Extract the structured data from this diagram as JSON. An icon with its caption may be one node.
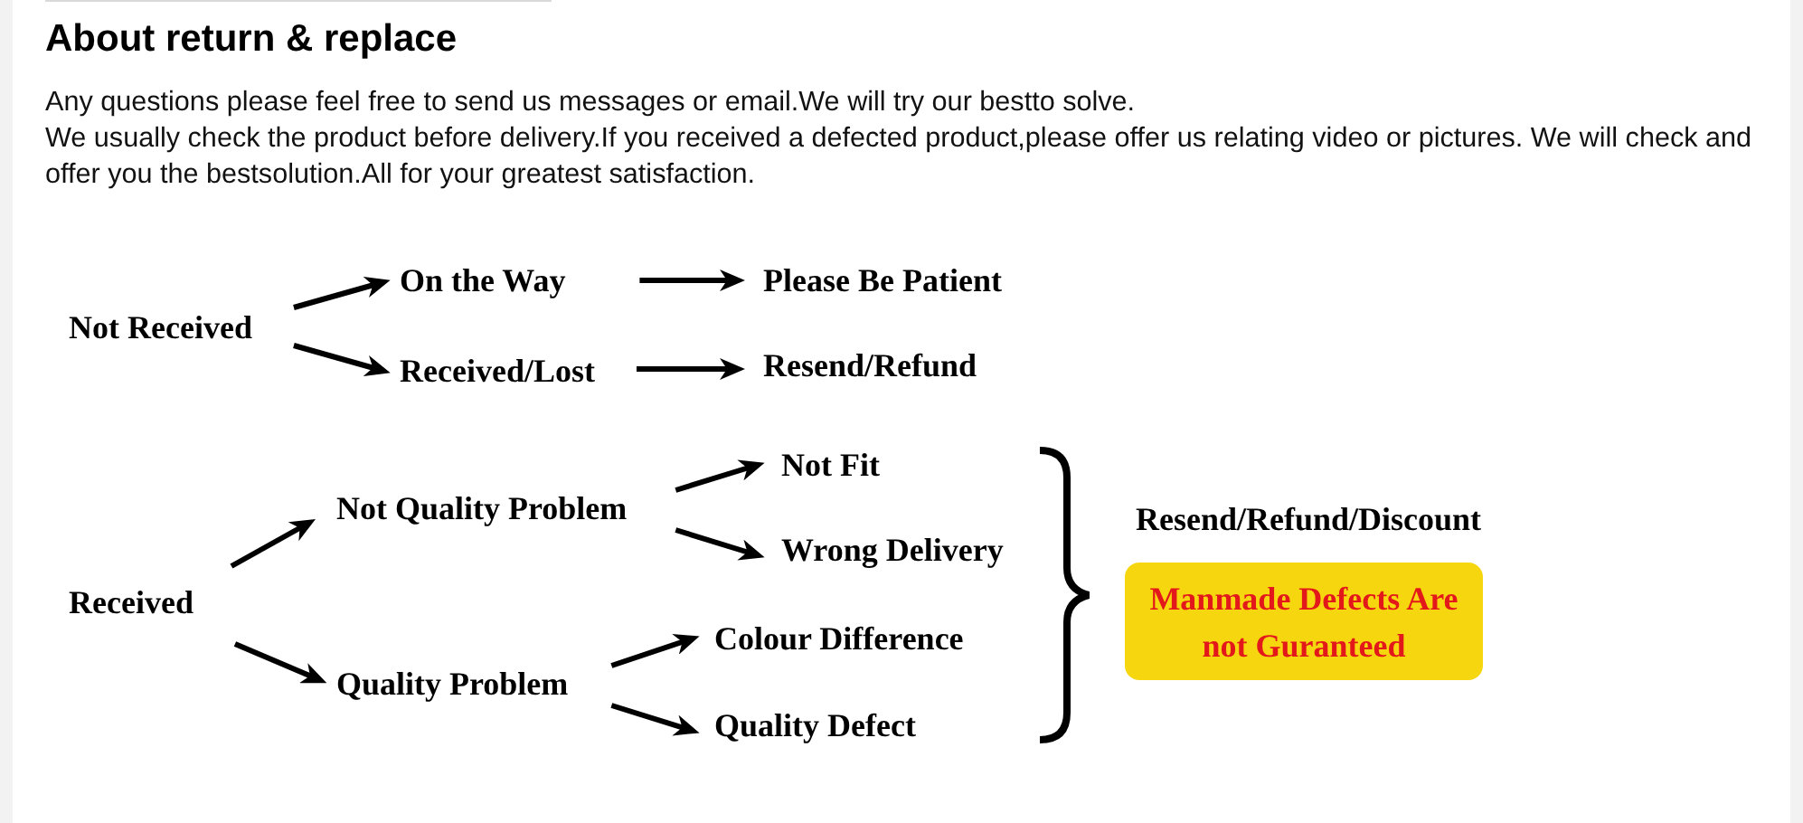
{
  "diagram": {
    "title": "About return & replace",
    "nodes": [
      {
        "text": [
          "Not Received"
        ]
      },
      {
        "text": [
          "On the Way"
        ]
      },
      {
        "text": [
          "Received/Lost"
        ]
      },
      {
        "text": [
          "Please Be Patient"
        ]
      },
      {
        "text": [
          "Resend/Refund"
        ]
      },
      {
        "text": [
          "Received"
        ]
      },
      {
        "text": [
          "Not Quality Problem"
        ]
      },
      {
        "text": [
          "Quality Problem"
        ]
      },
      {
        "text": [
          "Not Fit"
        ]
      },
      {
        "text": [
          "Wrong Delivery"
        ]
      },
      {
        "text": [
          "Colour Difference"
        ]
      },
      {
        "text": [
          "Quality Defect"
        ]
      },
      {
        "text": [
          "Resend/Refund/Discount"
        ]
      },
      {
        "text": [
          "Manmade Defects Are not Guranteed"
        ]
      }
    ],
    "edges": [
      {
        "from": 0,
        "to": 1,
        "arrow": "to"
      },
      {
        "from": 0,
        "to": 2,
        "arrow": "to"
      },
      {
        "from": 1,
        "to": 3,
        "arrow": "to"
      },
      {
        "from": 2,
        "to": 4,
        "arrow": "to"
      },
      {
        "from": 5,
        "to": 6,
        "arrow": "to"
      },
      {
        "from": 5,
        "to": 7,
        "arrow": "to"
      },
      {
        "from": 6,
        "to": 8,
        "arrow": "to"
      },
      {
        "from": 6,
        "to": 9,
        "arrow": "to"
      },
      {
        "from": 7,
        "to": 10,
        "arrow": "to"
      },
      {
        "from": 7,
        "to": 11,
        "arrow": "to"
      }
    ],
    "labels": [
      "Any questions please feel free to send us messages or email.We will try our bestto solve.",
      "We usually check the product before delivery.If you received a defected product,please offer us relating video or pictures. We will check and offer you the bestsolution.All for your greatest satisfaction."
    ]
  }
}
